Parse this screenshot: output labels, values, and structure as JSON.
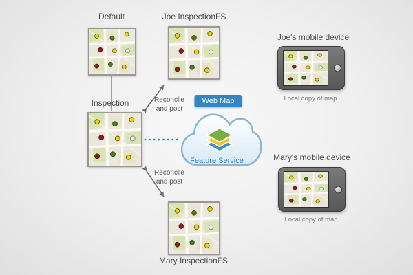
{
  "nodes": {
    "default_version": {
      "label": "Default"
    },
    "joe_fs": {
      "label": "Joe InspectionFS"
    },
    "inspection": {
      "label": "Inspection"
    },
    "mary_fs": {
      "label": "Mary InspectionFS"
    },
    "web_map": {
      "label": "Web Map"
    },
    "feature_service": {
      "label": "Feature Service"
    },
    "joe_device": {
      "label": "Joe's mobile device",
      "caption": "Local copy of map"
    },
    "mary_device": {
      "label": "Mary's mobile device",
      "caption": "Local copy of map"
    }
  },
  "edges": {
    "inspection_to_joe": {
      "label": "Reconcile and post"
    },
    "inspection_to_mary": {
      "label": "Reconcile and post"
    }
  },
  "colors": {
    "accent_blue": "#2e7fc1",
    "badge_blue": "#3386c2",
    "cloud_outline": "#8ab6d6",
    "arrow_gray": "#6e6e6e",
    "map_point_yellow": "#f2d500",
    "map_point_red": "#8e1f1f",
    "map_point_green": "#4e7d1e"
  }
}
